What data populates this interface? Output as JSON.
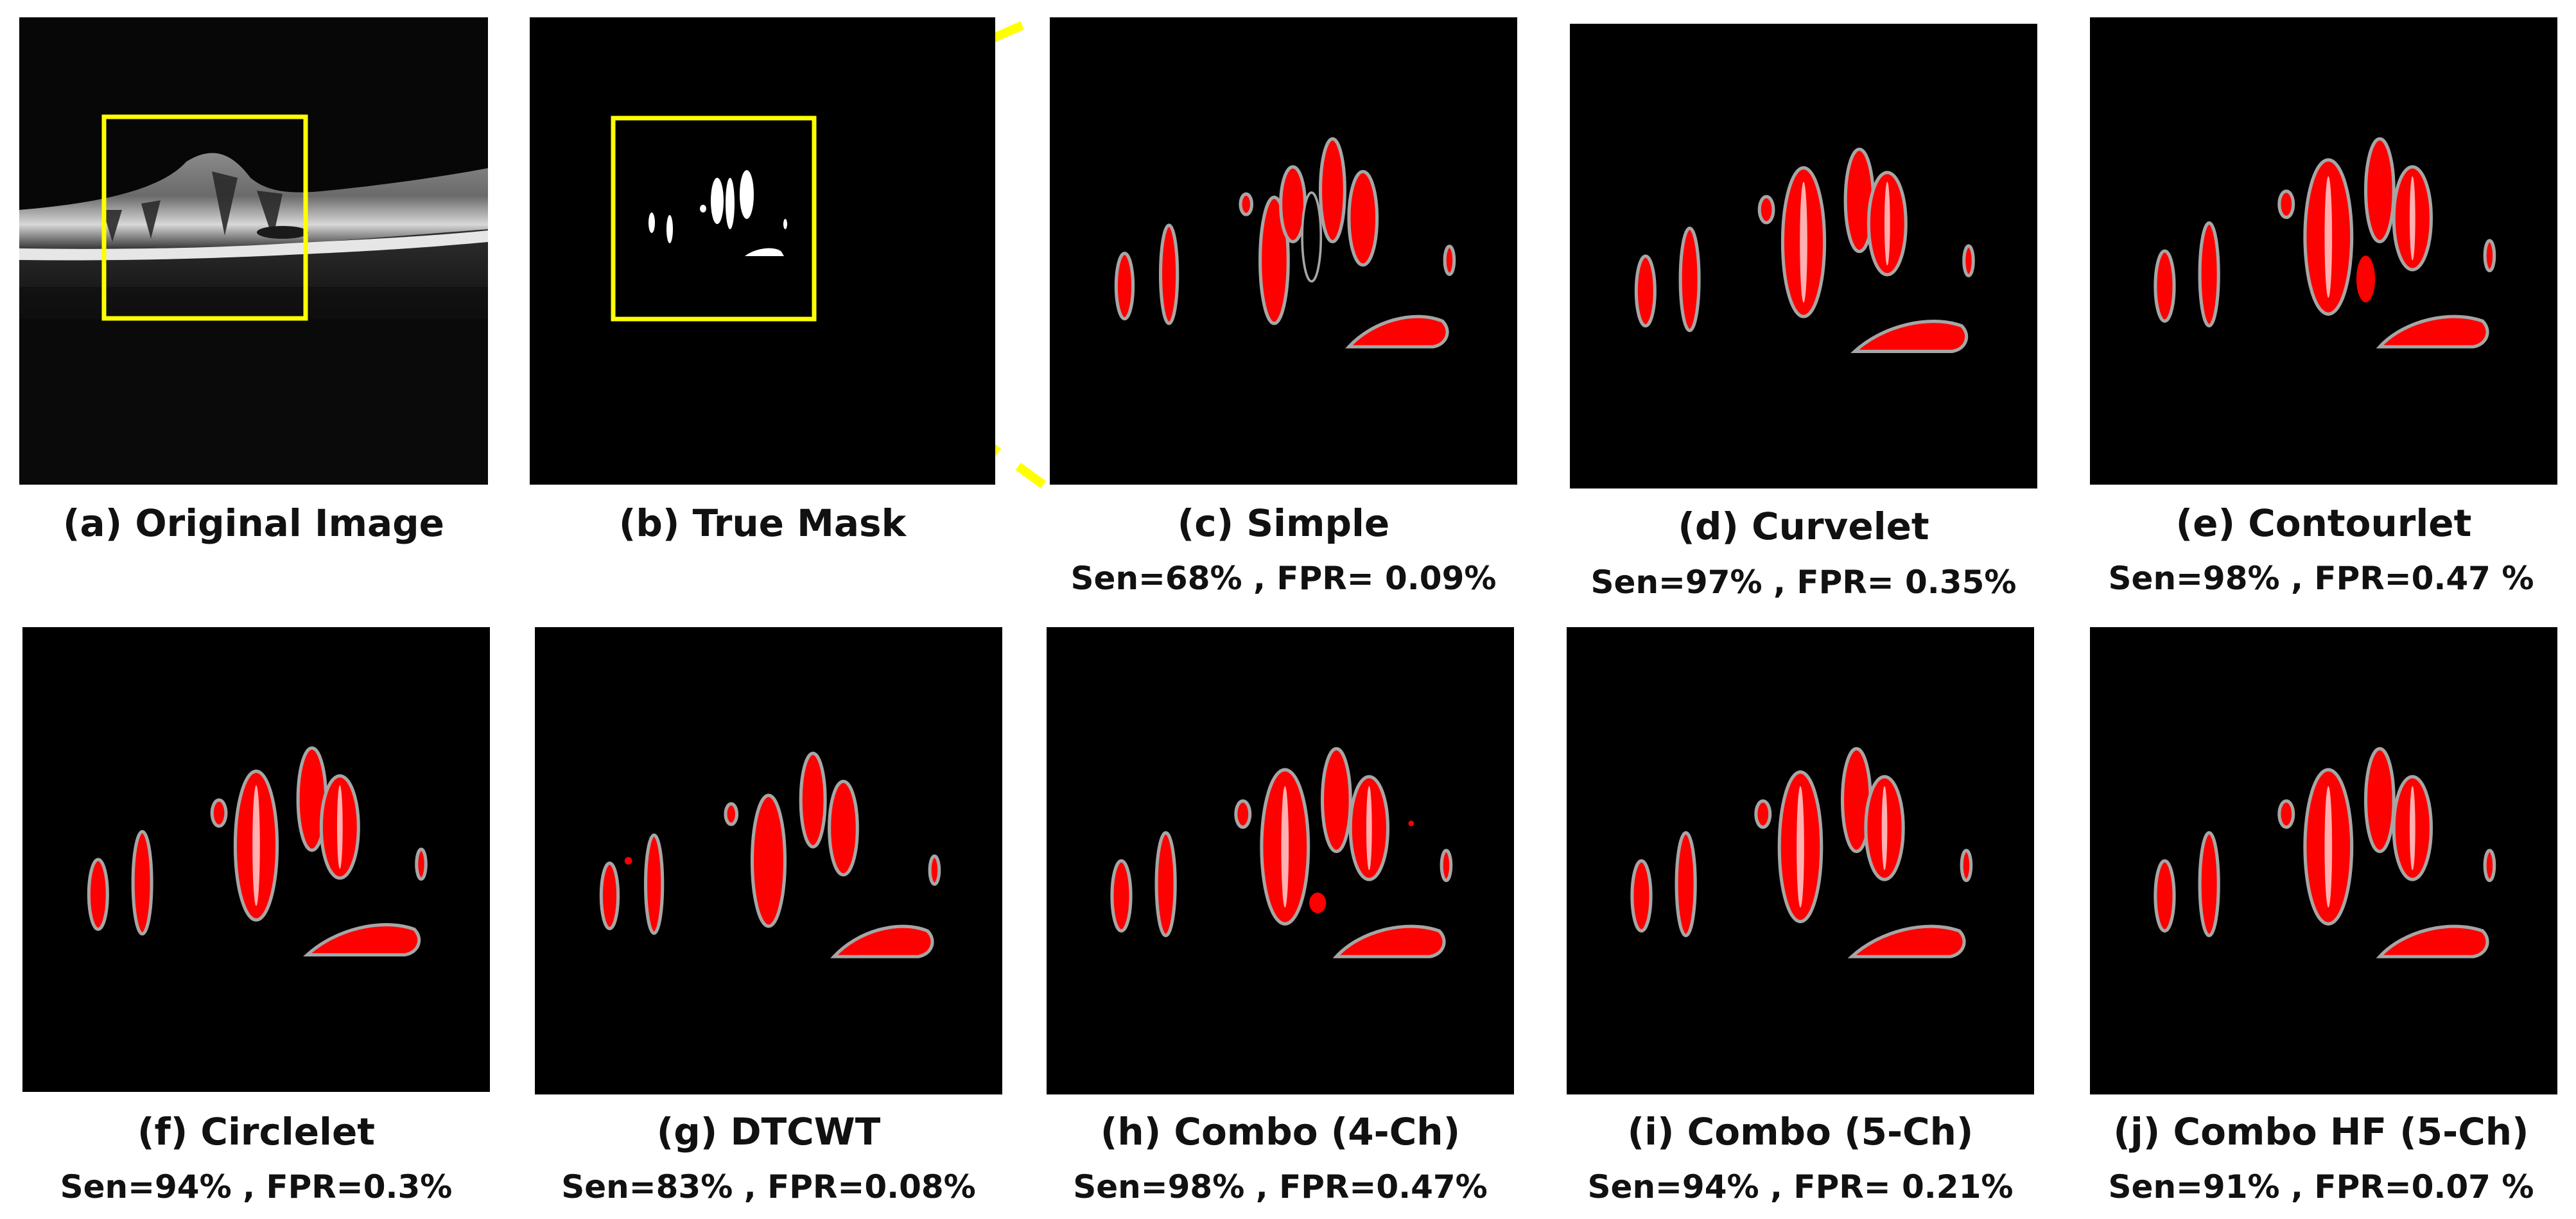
{
  "colors": {
    "frame_outline": "#ffff00",
    "zoom_lines": "#ffff00",
    "true_fluid": "#ff0000",
    "mask_outline": "#a6a6a6",
    "mask_white": "#ffffff",
    "background": "#000000"
  },
  "panels": [
    {
      "id": "a",
      "title": "(a) Original Image",
      "metric": ""
    },
    {
      "id": "b",
      "title": "(b) True Mask",
      "metric": ""
    },
    {
      "id": "c",
      "title": "(c) Simple",
      "metric": "Sen=68% , FPR= 0.09%"
    },
    {
      "id": "d",
      "title": "(d) Curvelet",
      "metric": "Sen=97% , FPR= 0.35%"
    },
    {
      "id": "e",
      "title": "(e) Contourlet",
      "metric": "Sen=98% ,  FPR=0.47 %"
    },
    {
      "id": "f",
      "title": "(f) Circlelet",
      "metric": "Sen=94% ,  FPR=0.3%"
    },
    {
      "id": "g",
      "title": "(g) DTCWT",
      "metric": "Sen=83% ,  FPR=0.08%"
    },
    {
      "id": "h",
      "title": "(h) Combo (4-Ch)",
      "metric": "Sen=98% ,  FPR=0.47%"
    },
    {
      "id": "i",
      "title": "(i) Combo (5-Ch)",
      "metric": "Sen=94% , FPR= 0.21%"
    },
    {
      "id": "j",
      "title": "(j) Combo HF (5-Ch)",
      "metric": "Sen=91% ,  FPR=0.07 %"
    }
  ]
}
